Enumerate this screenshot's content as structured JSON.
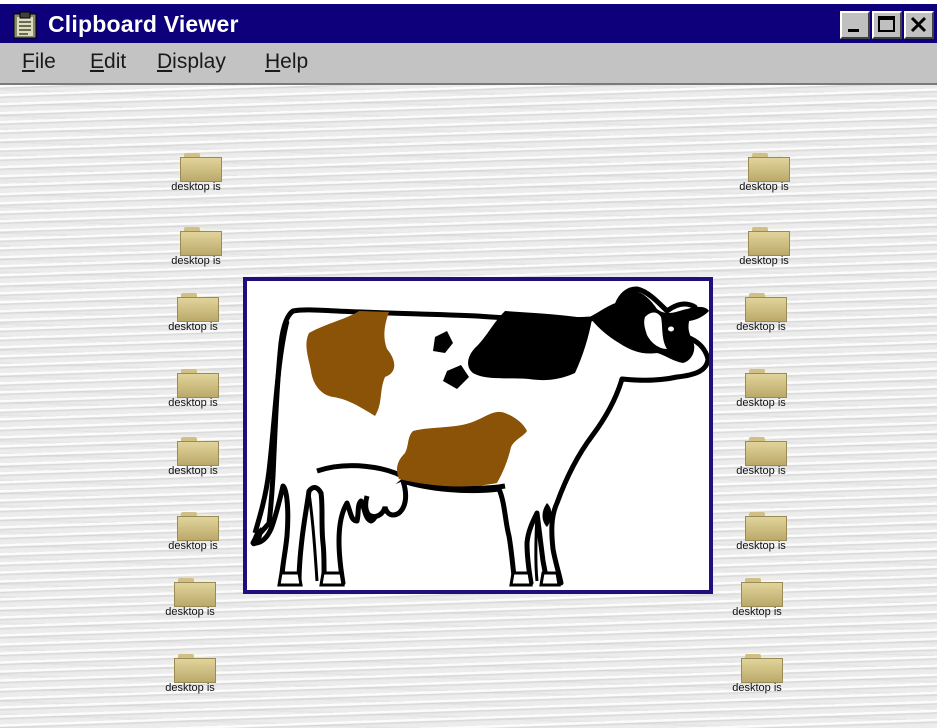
{
  "window": {
    "title": "Clipboard Viewer"
  },
  "menu": [
    {
      "mnemonic": "F",
      "rest": "ile"
    },
    {
      "mnemonic": "E",
      "rest": "dit"
    },
    {
      "mnemonic": "D",
      "rest": "isplay"
    },
    {
      "mnemonic": "H",
      "rest": "elp"
    }
  ],
  "desktop_icons": {
    "left": [
      "desktop is",
      "desktop is",
      "desktop is",
      "desktop is",
      "desktop is",
      "desktop is",
      "desktop is",
      "desktop is"
    ],
    "right": [
      "desktop is",
      "desktop is",
      "desktop is",
      "desktop is",
      "desktop is",
      "desktop is",
      "desktop is",
      "desktop is"
    ]
  },
  "clipboard": {
    "content": "cow-image"
  },
  "colors": {
    "titlebar": "#0e007a",
    "frame": "#1f0f7d",
    "cow_brown": "#8b5307"
  }
}
